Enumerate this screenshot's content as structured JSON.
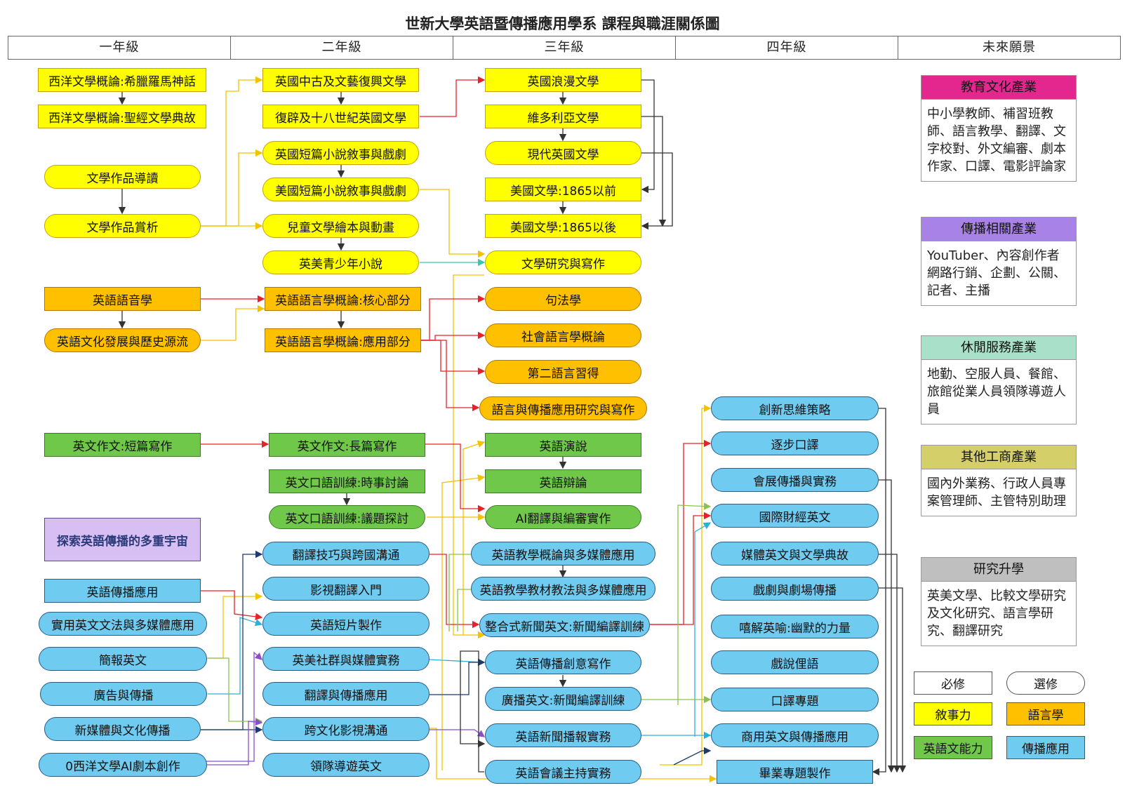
{
  "title": "世新大學英語暨傳播應用學系 課程與職涯關係圖",
  "header": [
    "一年級",
    "二年級",
    "三年級",
    "四年級",
    "未來願景"
  ],
  "courses": {
    "y1_west_myth": "西洋文學概論:希臘羅馬神話",
    "y1_west_bible": "西洋文學概論:聖經文學典故",
    "y1_lit_intro": "文學作品導讀",
    "y1_lit_apprec": "文學作品賞析",
    "y1_phonetics": "英語語音學",
    "y1_eng_history": "英語文化發展與歷史源流",
    "y1_comp_short": "英文作文:短篇寫作",
    "y1_explore": "探索英語傳播的多重宇宙",
    "y1_eng_comm": "英語傳播應用",
    "y1_grammar": "實用英文文法與多媒體應用",
    "y1_present": "簡報英文",
    "y1_advert": "廣告與傳播",
    "y1_newmedia": "新媒體與文化傳播",
    "y1_ai_script": "0西洋文學AI劇本創作",
    "y2_medieval": "英國中古及文藝復興文學",
    "y2_restoration": "復辟及十八世紀英國文學",
    "y2_brit_short": "英國短篇小說敘事與戲劇",
    "y2_amer_short": "美國短篇小說敘事與戲劇",
    "y2_child_lit": "兒童文學繪本與動畫",
    "y2_ya_novel": "英美青少年小說",
    "y2_ling_core": "英語語言學概論:核心部分",
    "y2_ling_app": "英語語言學概論:應用部分",
    "y2_comp_long": "英文作文:長篇寫作",
    "y2_oral_news": "英文口語訓練:時事討論",
    "y2_oral_issue": "英文口語訓練:議題探討",
    "y2_translation": "翻譯技巧與跨國溝通",
    "y2_av_trans": "影視翻譯入門",
    "y2_short_film": "英語短片製作",
    "y2_social_media": "英美社群與媒體實務",
    "y2_trans_comm": "翻譯與傳播應用",
    "y2_intercultural": "跨文化影視溝通",
    "y2_tour_guide": "領隊導遊英文",
    "y3_romantic": "英國浪漫文學",
    "y3_victorian": "維多利亞文學",
    "y3_modern_brit": "現代英國文學",
    "y3_amer_pre": "美國文學:1865以前",
    "y3_amer_post": "美國文學:1865以後",
    "y3_lit_research": "文學研究與寫作",
    "y3_syntax": "句法學",
    "y3_socioling": "社會語言學概論",
    "y3_sla": "第二語言習得",
    "y3_lang_comm": "語言與傳播應用研究與寫作",
    "y3_speech": "英語演說",
    "y3_debate": "英語辯論",
    "y3_ai_trans": "AI翻譯與編審實作",
    "y3_teach_intro": "英語教學概論與多媒體應用",
    "y3_teach_material": "英語教學教材教法與多媒體應用",
    "y3_news_integrated": "整合式新聞英文:新聞編譯訓練",
    "y3_creative_writing": "英語傳播創意寫作",
    "y3_broadcast": "廣播英文:新聞編譯訓練",
    "y3_news_report": "英語新聞播報實務",
    "y3_conf_host": "英語會議主持實務",
    "y4_innovation": "創新思維策略",
    "y4_consecutive": "逐步口譯",
    "y4_mice": "會展傳播與實務",
    "y4_finance": "國際財經英文",
    "y4_media_lit": "媒體英文與文學典故",
    "y4_drama_theater": "戲劇與劇場傳播",
    "y4_humor": "嘻解英喻:幽默的力量",
    "y4_drama_talk": "戲說俚語",
    "y4_interp_topic": "口譯專題",
    "y4_business": "商用英文與傳播應用",
    "y4_capstone": "畢業專題製作"
  },
  "careers": [
    {
      "title": "教育文化產業",
      "color": "#e4268f",
      "body": "中小學教師、補習班教師、語言教學、翻譯、文字校對、外文編審、劇本作家、口譯、電影評論家"
    },
    {
      "title": "傳播相關產業",
      "color": "#a882e6",
      "body": "YouTuber、內容創作者網路行銷、企劃、公關、記者、主播"
    },
    {
      "title": "休閒服務產業",
      "color": "#a9e0c9",
      "body": "地勤、空服人員、餐館、旅館從業人員領隊導遊人員"
    },
    {
      "title": "其他工商產業",
      "color": "#d5cf69",
      "body": "國內外業務、行政人員專案管理師、主管特別助理"
    },
    {
      "title": "研究升學",
      "color": "#bfbfbf",
      "body": "英美文學、比較文學研究及文化研究、語言學研究、翻譯研究"
    }
  ],
  "legend": {
    "required": "必修",
    "elective": "選修",
    "narrative": "敘事力",
    "linguistics": "語言學",
    "english_ability": "英語文能力",
    "comm_app": "傳播應用"
  },
  "colors": {
    "narrative": "#ffff00",
    "linguistics": "#ffc000",
    "english_ability": "#70c84a",
    "comm_app": "#6fcbef",
    "explore": "#d7bff3"
  }
}
